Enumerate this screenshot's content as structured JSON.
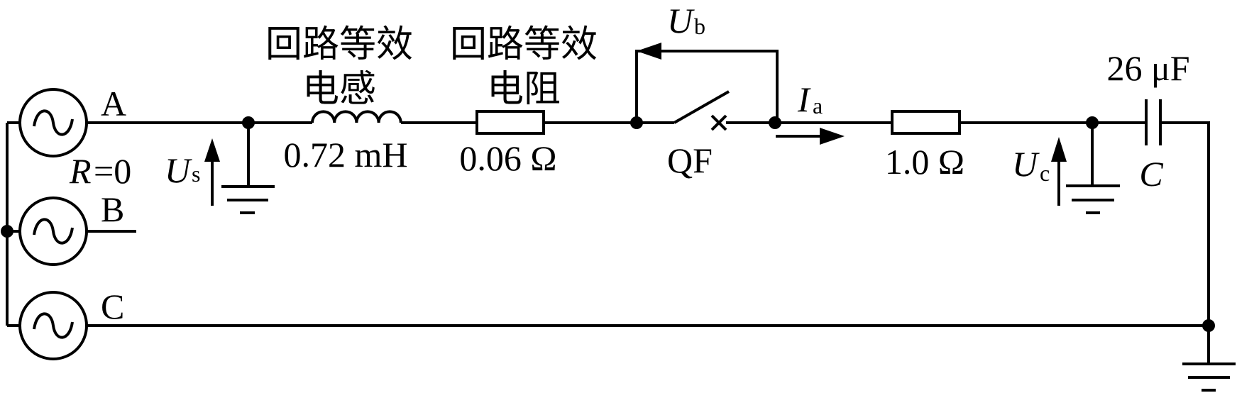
{
  "sources": {
    "phase_a": "A",
    "phase_b": "B",
    "phase_c": "C",
    "resistance_label": "R",
    "resistance_value": "=0"
  },
  "source_voltage": {
    "symbol": "U",
    "subscript": "s"
  },
  "inductor": {
    "title_line1": "回路等效",
    "title_line2": "电感",
    "value": "0.72 mH"
  },
  "line_resistor": {
    "title_line1": "回路等效",
    "title_line2": "电阻",
    "value": "0.06 Ω"
  },
  "breaker": {
    "label": "QF"
  },
  "breaker_voltage": {
    "symbol": "U",
    "subscript": "b"
  },
  "current": {
    "symbol": "I",
    "subscript": "a"
  },
  "load_resistor": {
    "value": "1.0 Ω"
  },
  "capacitor_voltage": {
    "symbol": "U",
    "subscript": "c"
  },
  "capacitor": {
    "symbol": "C",
    "value": "26 μF"
  }
}
